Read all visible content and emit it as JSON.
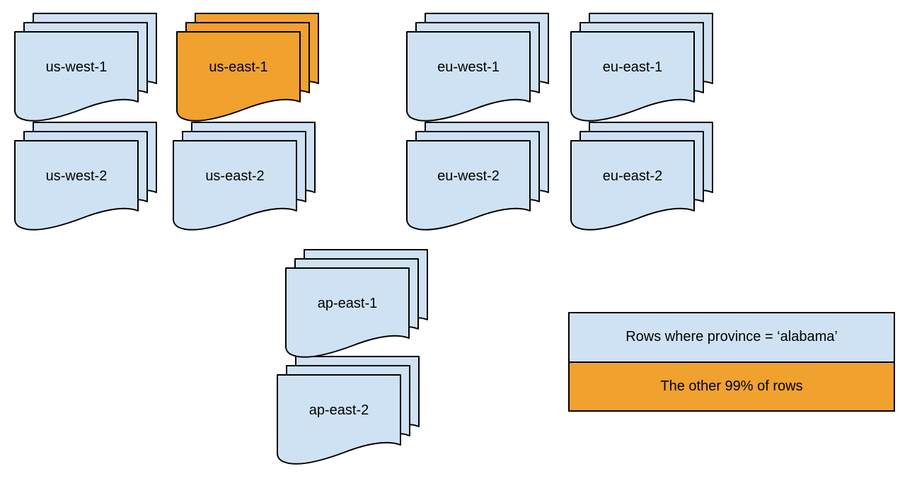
{
  "colors": {
    "region_fill": "#cfe2f3",
    "highlight_fill": "#f0a12e",
    "stroke": "#000000"
  },
  "regions": [
    {
      "label": "us-west-1",
      "highlight": false
    },
    {
      "label": "us-east-1",
      "highlight": true
    },
    {
      "label": "eu-west-1",
      "highlight": false
    },
    {
      "label": "eu-east-1",
      "highlight": false
    },
    {
      "label": "us-west-2",
      "highlight": false
    },
    {
      "label": "us-east-2",
      "highlight": false
    },
    {
      "label": "eu-west-2",
      "highlight": false
    },
    {
      "label": "eu-east-2",
      "highlight": false
    },
    {
      "label": "ap-east-1",
      "highlight": false
    },
    {
      "label": "ap-east-2",
      "highlight": false
    }
  ],
  "legend": {
    "items": [
      {
        "label": "Rows where province = ‘alabama’",
        "color_key": "region_fill"
      },
      {
        "label": "The other 99% of rows",
        "color_key": "highlight_fill"
      }
    ]
  }
}
